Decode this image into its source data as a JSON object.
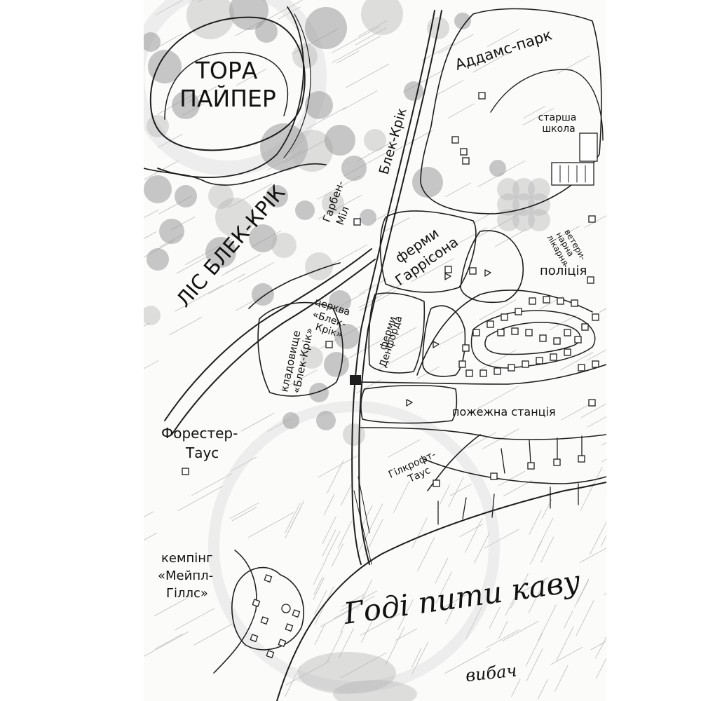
{
  "map": {
    "labels": {
      "tora_paiper": [
        "ТОРА",
        "ПАЙПЕР"
      ],
      "lis_blek_krik": "ЛІС БЛЕК-КРІК",
      "blek_krik_road": "Блек-Крік",
      "addams_park": "Аддамс-парк",
      "starsha_shkola": [
        "старша",
        "школа"
      ],
      "garben_mil": [
        "Гарбен-",
        "Міл"
      ],
      "fermy_garrisona": [
        "ферми",
        "Гаррісона"
      ],
      "veterynarna_likarnia": [
        "ветери-",
        "нарна",
        "лікарня"
      ],
      "politsiia": "поліція",
      "tserkva": [
        "церква",
        "«Блек-",
        "Крік»"
      ],
      "kladovyshche": [
        "кладовище",
        "«Блек-Крік»"
      ],
      "fermy_denforda": [
        "ферми",
        "Денфорда"
      ],
      "pozhezhna_stantsiia": "пожежна станція",
      "forester_taus": [
        "Форестер-",
        "Таус"
      ],
      "gilkroft_taus": [
        "Гілкрофт-",
        "Таус"
      ],
      "kemping": [
        "кемпінг",
        "«Мейпл-",
        "Гіллс»"
      ],
      "godi_pyty_kavu": "Годі пити каву",
      "vybach": "вибач"
    }
  }
}
